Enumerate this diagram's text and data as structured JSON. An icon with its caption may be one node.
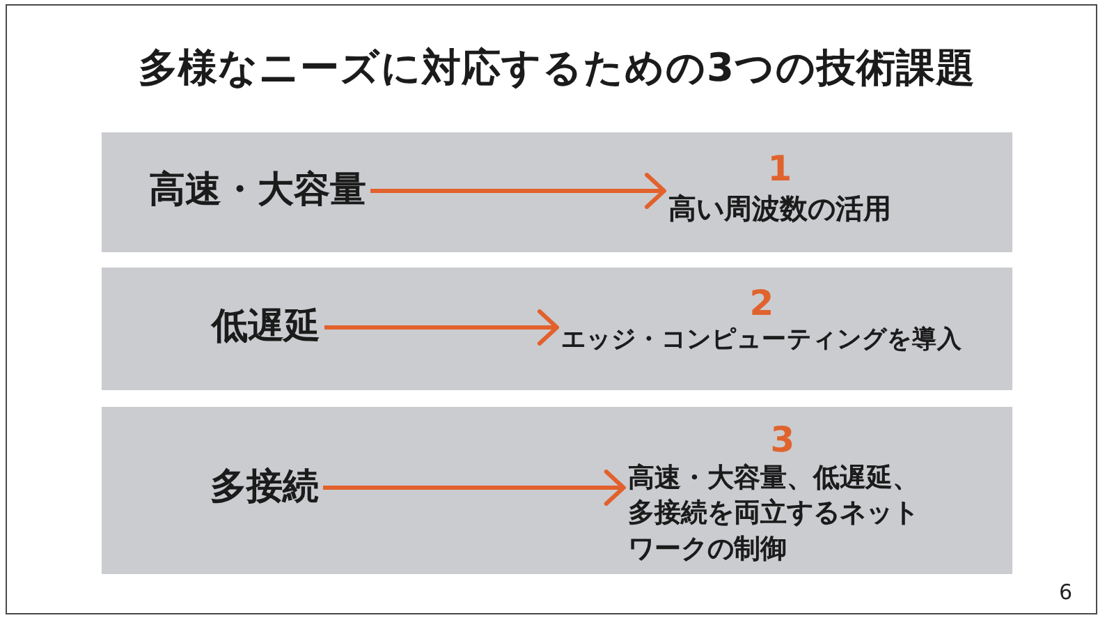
{
  "diagram": {
    "title": "多様なニーズに対応するための3つの技術課題",
    "nodes": [
      {
        "text": [],
        "shape": "box"
      },
      {
        "text": [
          "高速・大容量"
        ],
        "in": 0
      },
      {
        "text": [
          "1",
          "高い周波数の活用"
        ],
        "in": 0
      },
      {
        "text": [],
        "shape": "box"
      },
      {
        "text": [
          "低遅延"
        ],
        "in": 3
      },
      {
        "text": [
          "2",
          "エッジ・コンピューティングを導入"
        ],
        "in": 3
      },
      {
        "text": [],
        "shape": "box"
      },
      {
        "text": [
          "多接続"
        ],
        "in": 6
      },
      {
        "text": [
          "3",
          "高速・大容量、低遅延、多接続を両立するネットワークの制御"
        ],
        "in": 6
      }
    ],
    "edges": [
      {
        "from": 1,
        "to": 2,
        "arrow": "to"
      },
      {
        "from": 4,
        "to": 5,
        "arrow": "to"
      },
      {
        "from": 7,
        "to": 8,
        "arrow": "to"
      }
    ],
    "labels": [
      "6"
    ]
  }
}
